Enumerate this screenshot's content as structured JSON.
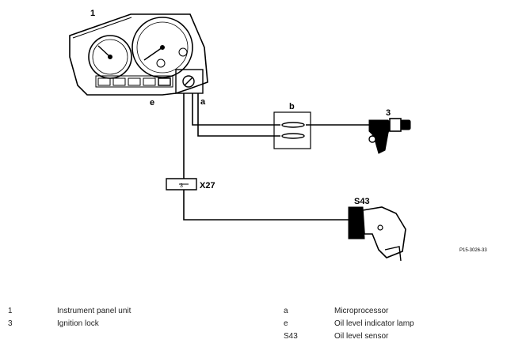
{
  "diagram": {
    "labels": {
      "instrument_panel": "1",
      "oil_lamp": "e",
      "microprocessor": "a",
      "connector_b": "b",
      "ignition_lock": "3",
      "connector_x27": "X27",
      "x27_pin": "3",
      "sensor": "S43",
      "figure_code": "P15-3026-33"
    }
  },
  "legend": {
    "left": [
      {
        "key": "1",
        "desc": "Instrument panel unit"
      },
      {
        "key": "3",
        "desc": "Ignition lock"
      }
    ],
    "right": [
      {
        "key": "a",
        "desc": "Microprocessor"
      },
      {
        "key": "e",
        "desc": "Oil level indicator lamp"
      },
      {
        "key": "S43",
        "desc": "Oil level sensor"
      }
    ]
  }
}
